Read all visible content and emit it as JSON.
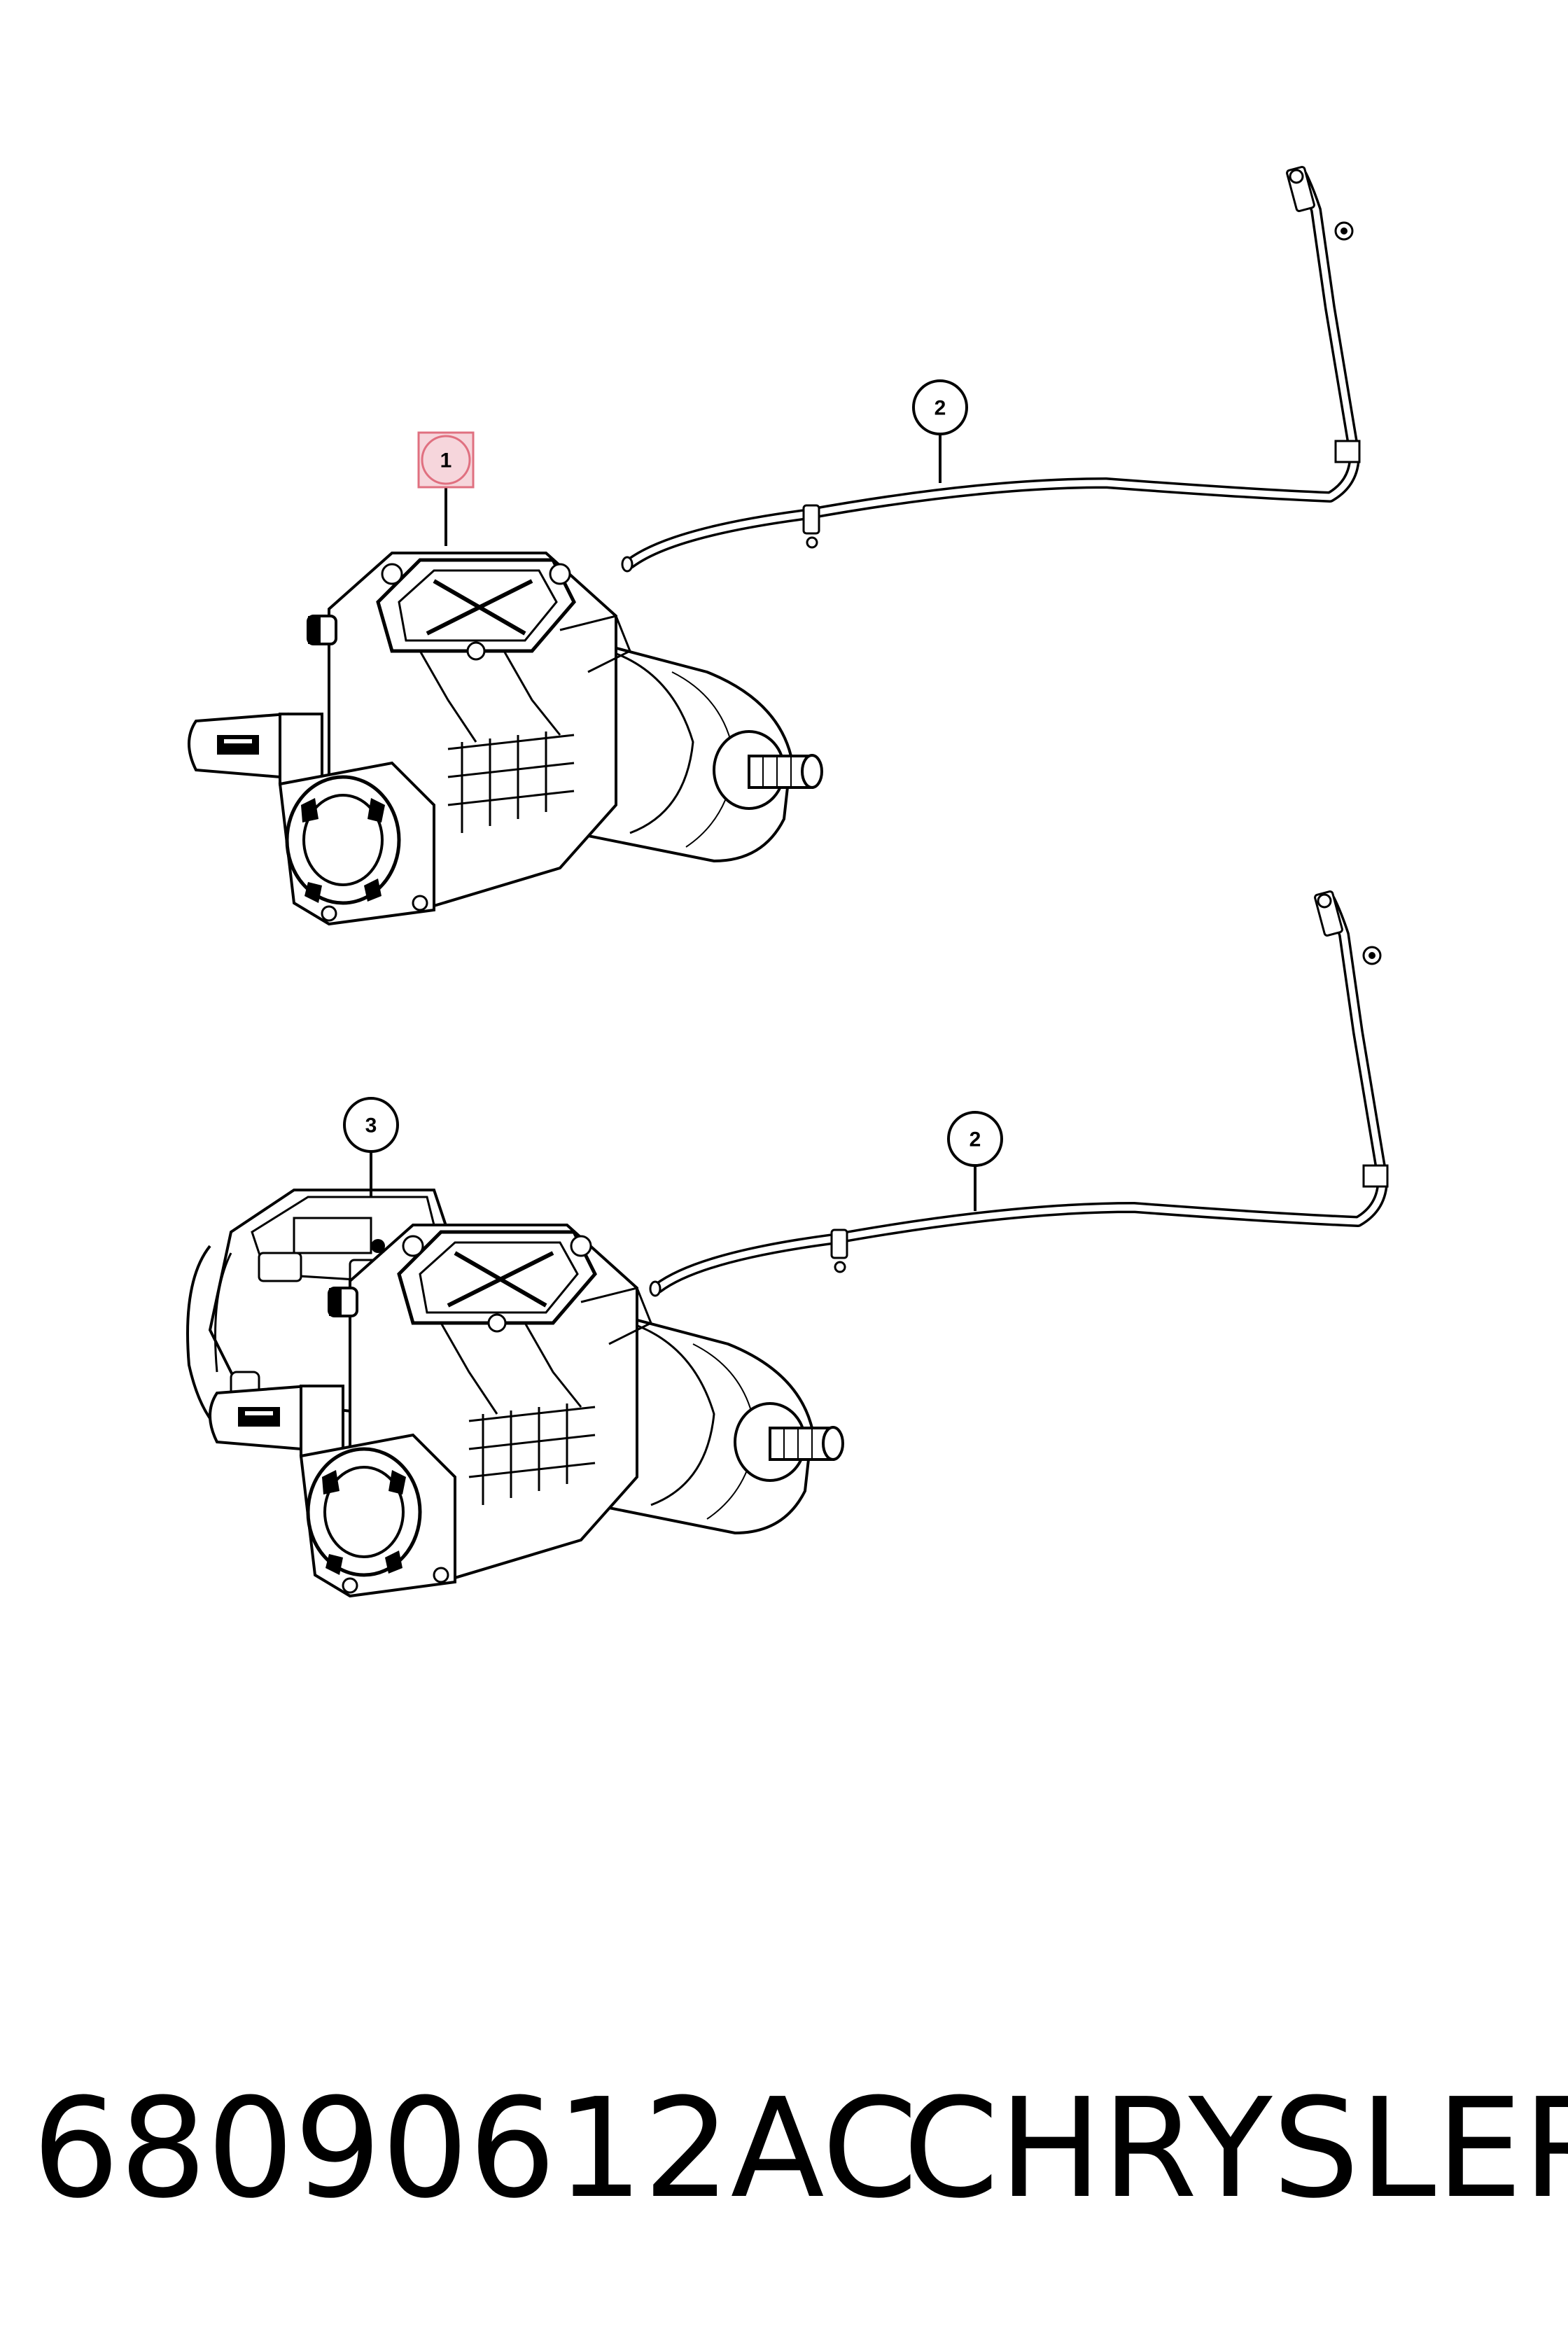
{
  "callouts": [
    {
      "id": "1",
      "label": "1",
      "highlighted": true,
      "highlight_color": "#e07080"
    },
    {
      "id": "2a",
      "label": "2"
    },
    {
      "id": "3",
      "label": "3"
    },
    {
      "id": "2b",
      "label": "2"
    }
  ],
  "footer": {
    "part_number": "68090612AC",
    "brand": "CHRYSLER"
  },
  "colors": {
    "line": "#000000",
    "background": "#ffffff",
    "highlight_fill": "#f6d6dc",
    "highlight_stroke": "#e07080"
  }
}
